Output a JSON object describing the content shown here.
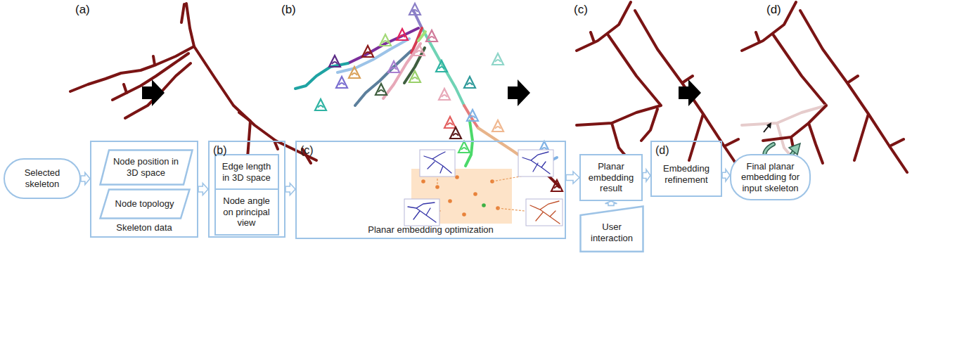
{
  "diagram": {
    "nodes": [
      {
        "text": [
          "Selected skeleton"
        ]
      },
      {
        "text": [
          "Skeleton data"
        ]
      },
      {
        "text": [
          "Node position in 3D space"
        ],
        "in": 1
      },
      {
        "text": [
          "Node topology"
        ],
        "in": 1
      },
      {
        "text": [
          "(b)"
        ]
      },
      {
        "text": [
          "Edge length in 3D space"
        ],
        "in": 4
      },
      {
        "text": [
          "Node angle on principal view"
        ],
        "in": 4
      },
      {
        "text": [
          "(c)",
          "Planar embedding optimization"
        ]
      },
      {
        "text": [
          "Planar embedding result"
        ]
      },
      {
        "text": [
          "User interaction"
        ]
      },
      {
        "text": [
          "(d)",
          "Embedding refinement"
        ]
      },
      {
        "text": [
          "Final planar embedding for input skeleton"
        ]
      }
    ],
    "edges": [
      {
        "from": 0,
        "to": 1,
        "arrow": "to"
      },
      {
        "from": 1,
        "to": 4,
        "arrow": "to"
      },
      {
        "from": 4,
        "to": 7,
        "arrow": "to"
      },
      {
        "from": 7,
        "to": 8,
        "arrow": "to"
      },
      {
        "from": 9,
        "to": 8,
        "arrow": "to"
      },
      {
        "from": 8,
        "to": 10,
        "arrow": "to"
      },
      {
        "from": 10,
        "to": 11,
        "arrow": "to"
      }
    ],
    "labels": [
      "(a)",
      "(b)",
      "(c)",
      "(d)"
    ]
  }
}
